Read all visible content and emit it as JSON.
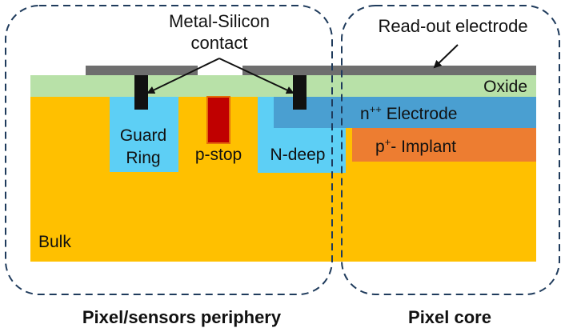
{
  "labels": {
    "metal_silicon_contact_line1": "Metal-Silicon",
    "metal_silicon_contact_line2": "contact",
    "readout_electrode": "Read-out electrode",
    "oxide": "Oxide",
    "n_electrode_prefix": "n",
    "n_electrode_sup": "++",
    "n_electrode_suffix": " Electrode",
    "p_implant_prefix": "p",
    "p_implant_sup": "+",
    "p_implant_suffix": "- Implant",
    "guard_ring_line1": "Guard",
    "guard_ring_line2": "Ring",
    "p_stop": "p-stop",
    "n_deep": "N-deep",
    "bulk": "Bulk",
    "pixel_periphery": "Pixel/sensors periphery",
    "pixel_core": "Pixel core"
  },
  "colors": {
    "bulk": "#FFC000",
    "oxide": "#B8E1A8",
    "metal": "#6E6E6E",
    "contact": "#111111",
    "guard_ring": "#5DCFF5",
    "n_electrode": "#4A9FD1",
    "p_implant": "#ED7D31",
    "p_stop": "#C00000",
    "region_border": "#1F3B5C"
  }
}
